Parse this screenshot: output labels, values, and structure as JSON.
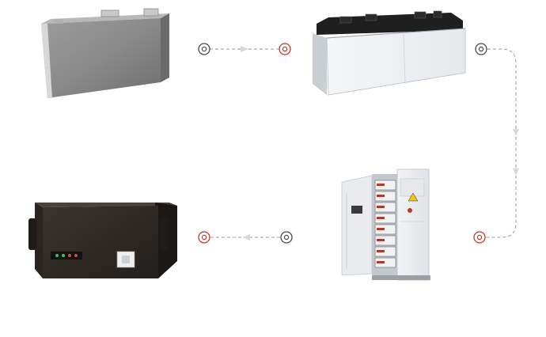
{
  "diagram": {
    "type": "process-flow",
    "colors": {
      "start_marker": "#4a4a4a",
      "end_marker": "#c0392b",
      "connector": "#9a9a9a",
      "arrowhead": "#d9d9d9",
      "background": "#ffffff"
    },
    "nodes": [
      {
        "id": "cell-module",
        "picture": "battery-cell-module",
        "icon": "battery-module-icon"
      },
      {
        "id": "battery-pack",
        "picture": "battery-pack-enclosure",
        "icon": "battery-pack-icon"
      },
      {
        "id": "storage-cabinet",
        "picture": "battery-storage-cabinet",
        "icon": "cabinet-icon"
      },
      {
        "id": "rack-battery",
        "picture": "rack-mount-battery",
        "icon": "rack-battery-icon"
      }
    ],
    "connections": [
      {
        "from": "cell-module",
        "to": "battery-pack",
        "style": "dashed",
        "direction": "right"
      },
      {
        "from": "battery-pack",
        "to": "storage-cabinet",
        "style": "dashed",
        "direction": "down"
      },
      {
        "from": "storage-cabinet",
        "to": "rack-battery",
        "style": "dashed",
        "direction": "left"
      }
    ]
  }
}
